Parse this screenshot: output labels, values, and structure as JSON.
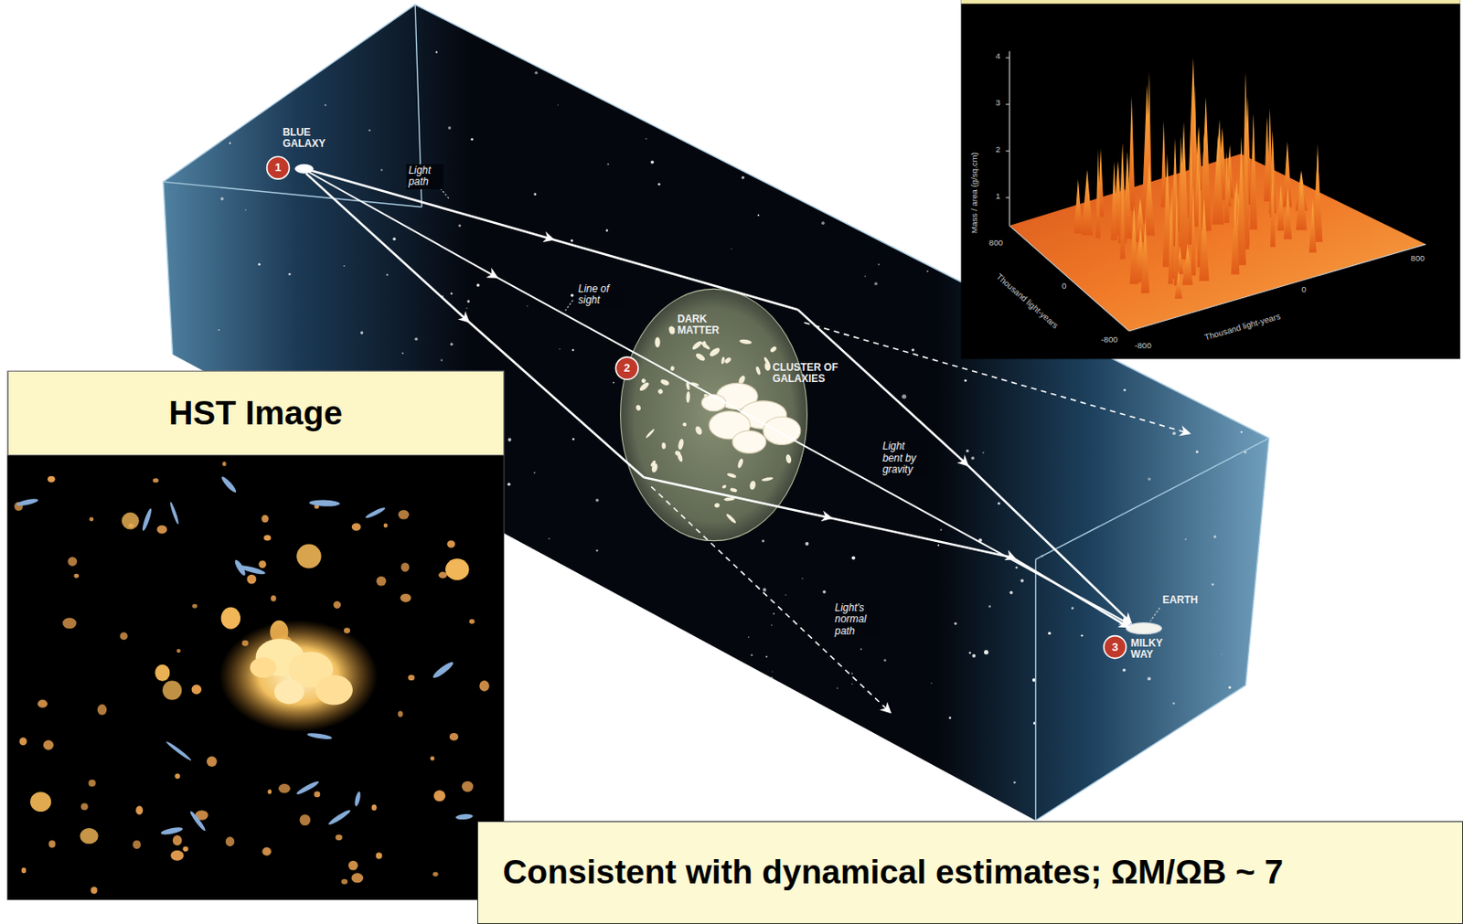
{
  "diagram": {
    "nodes": [
      {
        "text": [
          "HST Image"
        ]
      },
      {
        "text": [
          "Consistent with dynamical estimates; ΩM/ΩB ~ 7"
        ]
      }
    ],
    "labels": [
      "BLUE GALAXY",
      "1",
      "Light path",
      "Line of sight",
      "DARK MATTER",
      "2",
      "CLUSTER OF GALAXIES",
      "Light bent by gravity",
      "Light's normal path",
      "EARTH",
      "3",
      "MILKY WAY",
      "Mass / area (g/sq.cm)",
      "4",
      "3",
      "2",
      "1",
      "Thousand light-years",
      "800",
      "0",
      "-800",
      "Thousand light-years",
      "-800",
      "0",
      "800"
    ]
  }
}
